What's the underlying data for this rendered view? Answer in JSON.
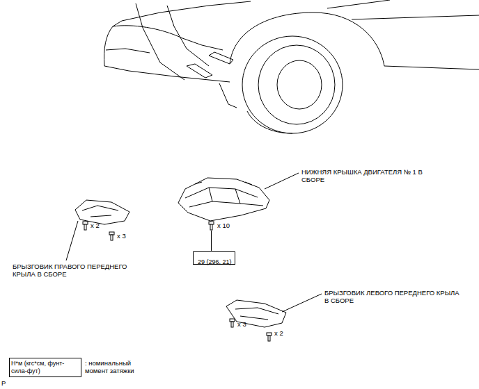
{
  "diagram": {
    "nodes": [
      {
        "text": [
          "29 (296, 21)"
        ]
      },
      {
        "text": [
          "Н*м (кгс*см, фунт-сила-фут)"
        ]
      }
    ],
    "labels": [
      "НИЖНЯЯ КРЫШКА ДВИГАТЕЛЯ № 1 В СБОРЕ",
      "x 10",
      "x 2",
      "x 3",
      "БРЫЗГОВИК ПРАВОГО ПЕРЕДНЕГО КРЫЛА В СБОРЕ",
      "БРЫЗГОВИК ЛЕВОГО ПЕРЕДНЕГО КРЫЛА В СБОРЕ",
      "x 3",
      "x 2",
      ": номинальный момент затяжки",
      "P"
    ]
  }
}
